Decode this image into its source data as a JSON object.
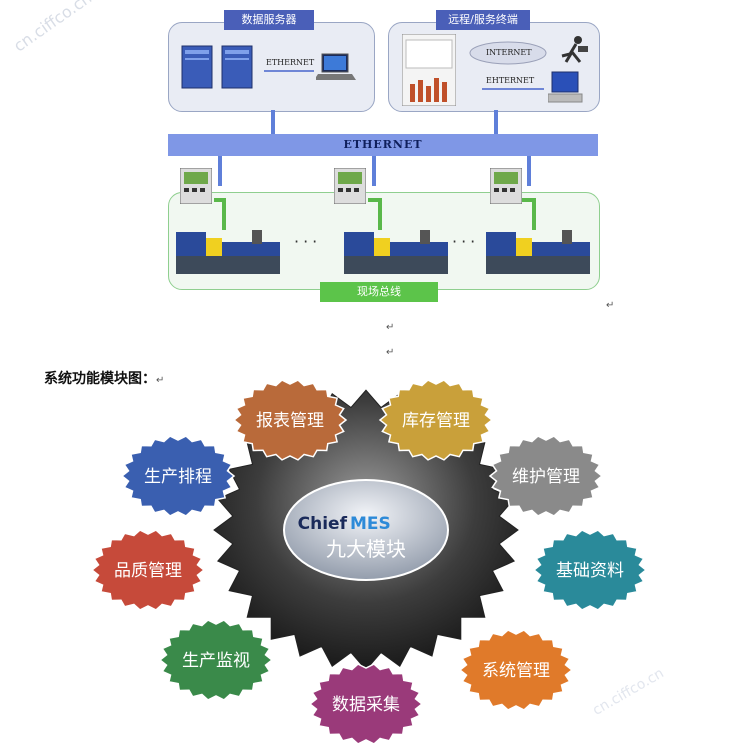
{
  "network": {
    "data_server_title": "数据服务器",
    "data_server_link": "ETHERNET",
    "remote_title": "远程/服务终端",
    "remote_internet": "INTERNET",
    "remote_link": "EHTERNET",
    "bus_label": "ETHERNET",
    "field_bus_label": "现场总线",
    "dots": "···"
  },
  "paragraph_marks": [
    "↵",
    "↵",
    "↵"
  ],
  "section_heading": "系统功能模块图：",
  "heading_mark": "↵",
  "modules": {
    "center_brand_1": "Chief",
    "center_brand_2": "MES",
    "center_title": "九大模块",
    "items": [
      {
        "label": "报表管理",
        "color": "#b96a3a"
      },
      {
        "label": "库存管理",
        "color": "#c9a03a"
      },
      {
        "label": "生产排程",
        "color": "#3a5fb0"
      },
      {
        "label": "维护管理",
        "color": "#8a8a8a"
      },
      {
        "label": "品质管理",
        "color": "#c64a3a"
      },
      {
        "label": "基础资料",
        "color": "#2a8a9a"
      },
      {
        "label": "生产监视",
        "color": "#3a8a4a"
      },
      {
        "label": "系统管理",
        "color": "#e07a2a"
      },
      {
        "label": "数据采集",
        "color": "#9a3a7a"
      }
    ]
  },
  "watermark": "cn.ciffco.cn"
}
